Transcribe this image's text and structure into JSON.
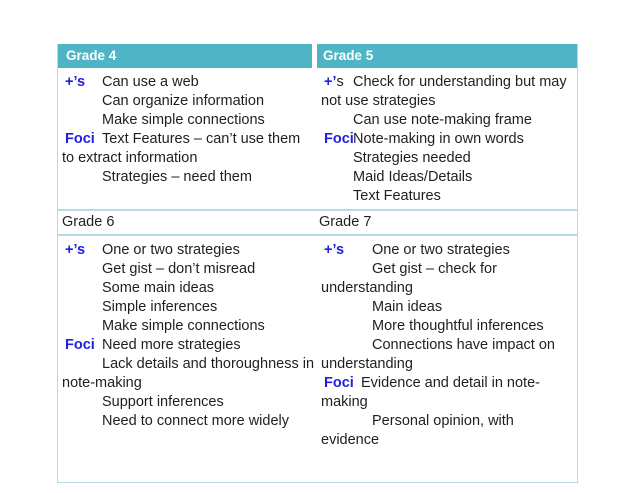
{
  "table": {
    "accent_color": "#4FB5C6",
    "border_color": "#B4DBE8",
    "label_color": "#2020DF",
    "header_row_1": [
      "Grade 4",
      "Grade 5"
    ],
    "header_row_2": [
      "Grade 6",
      "Grade 7"
    ],
    "cells": {
      "grade4": {
        "lines": [
          {
            "label": "+’s",
            "suffix": "",
            "text": "Can use a web",
            "indent": 2
          },
          {
            "label": "",
            "suffix": "",
            "text": "Can organize information",
            "indent": 2
          },
          {
            "label": "",
            "suffix": "",
            "text": "Make simple connections",
            "indent": 2
          },
          {
            "label": "Foci",
            "suffix": "",
            "text": "Text Features – can’t use them",
            "indent": 2
          },
          {
            "label": "",
            "suffix": "",
            "text": "to extract information",
            "indent": 0
          },
          {
            "label": "",
            "suffix": "",
            "text": "Strategies – need them",
            "indent": 2
          }
        ]
      },
      "grade5": {
        "lines": [
          {
            "label": "+’",
            "suffix": "s",
            "text": "Check for understanding but may",
            "indent": 1
          },
          {
            "label": "",
            "suffix": "",
            "text": "not use strategies",
            "indent": 0
          },
          {
            "label": "",
            "suffix": "",
            "text": "Can use note-making frame",
            "indent": 1
          },
          {
            "label": "Foci",
            "suffix": "",
            "text": "Note-making in own words",
            "indent": 1
          },
          {
            "label": "",
            "suffix": "",
            "text": "Strategies needed",
            "indent": 1
          },
          {
            "label": "",
            "suffix": "",
            "text": "Maid Ideas/Details",
            "indent": 1
          },
          {
            "label": "",
            "suffix": "",
            "text": "Text Features",
            "indent": 1
          }
        ]
      },
      "grade6": {
        "lines": [
          {
            "label": "+’s",
            "suffix": "",
            "text": "One or two strategies",
            "indent": 2
          },
          {
            "label": "",
            "suffix": "",
            "text": "Get gist – don’t misread",
            "indent": 2
          },
          {
            "label": "",
            "suffix": "",
            "text": "Some main ideas",
            "indent": 2
          },
          {
            "label": "",
            "suffix": "",
            "text": "Simple inferences",
            "indent": 2
          },
          {
            "label": "",
            "suffix": "",
            "text": "Make simple connections",
            "indent": 2
          },
          {
            "label": "Foci",
            "suffix": "",
            "text": "Need more strategies",
            "indent": 2
          },
          {
            "label": "",
            "suffix": "",
            "text": "Lack details and thoroughness in",
            "indent": 2
          },
          {
            "label": "",
            "suffix": "",
            "text": "note-making",
            "indent": 0
          },
          {
            "label": "",
            "suffix": "",
            "text": "Support inferences",
            "indent": 2
          },
          {
            "label": "",
            "suffix": "",
            "text": "Need to connect more widely",
            "indent": 2
          }
        ]
      },
      "grade7": {
        "lines": [
          {
            "label": "+’s",
            "suffix": "",
            "text": "One or two strategies",
            "indent": 3
          },
          {
            "label": "",
            "suffix": "",
            "text": "Get gist – check for",
            "indent": 3
          },
          {
            "label": "",
            "suffix": "",
            "text": "understanding",
            "indent": 0
          },
          {
            "label": "",
            "suffix": "",
            "text": "Main ideas",
            "indent": 3
          },
          {
            "label": "",
            "suffix": "",
            "text": "More thoughtful inferences",
            "indent": 3
          },
          {
            "label": "",
            "suffix": "",
            "text": "Connections have impact on",
            "indent": 3
          },
          {
            "label": "",
            "suffix": "",
            "text": "understanding",
            "indent": 0
          },
          {
            "label": "Foci",
            "suffix": "",
            "text": "Evidence and detail in note-",
            "indent": 2
          },
          {
            "label": "",
            "suffix": "",
            "text": "making",
            "indent": 0
          },
          {
            "label": "",
            "suffix": "",
            "text": "Personal opinion, with",
            "indent": 3
          },
          {
            "label": "",
            "suffix": "",
            "text": "evidence",
            "indent": 0
          }
        ]
      }
    }
  }
}
